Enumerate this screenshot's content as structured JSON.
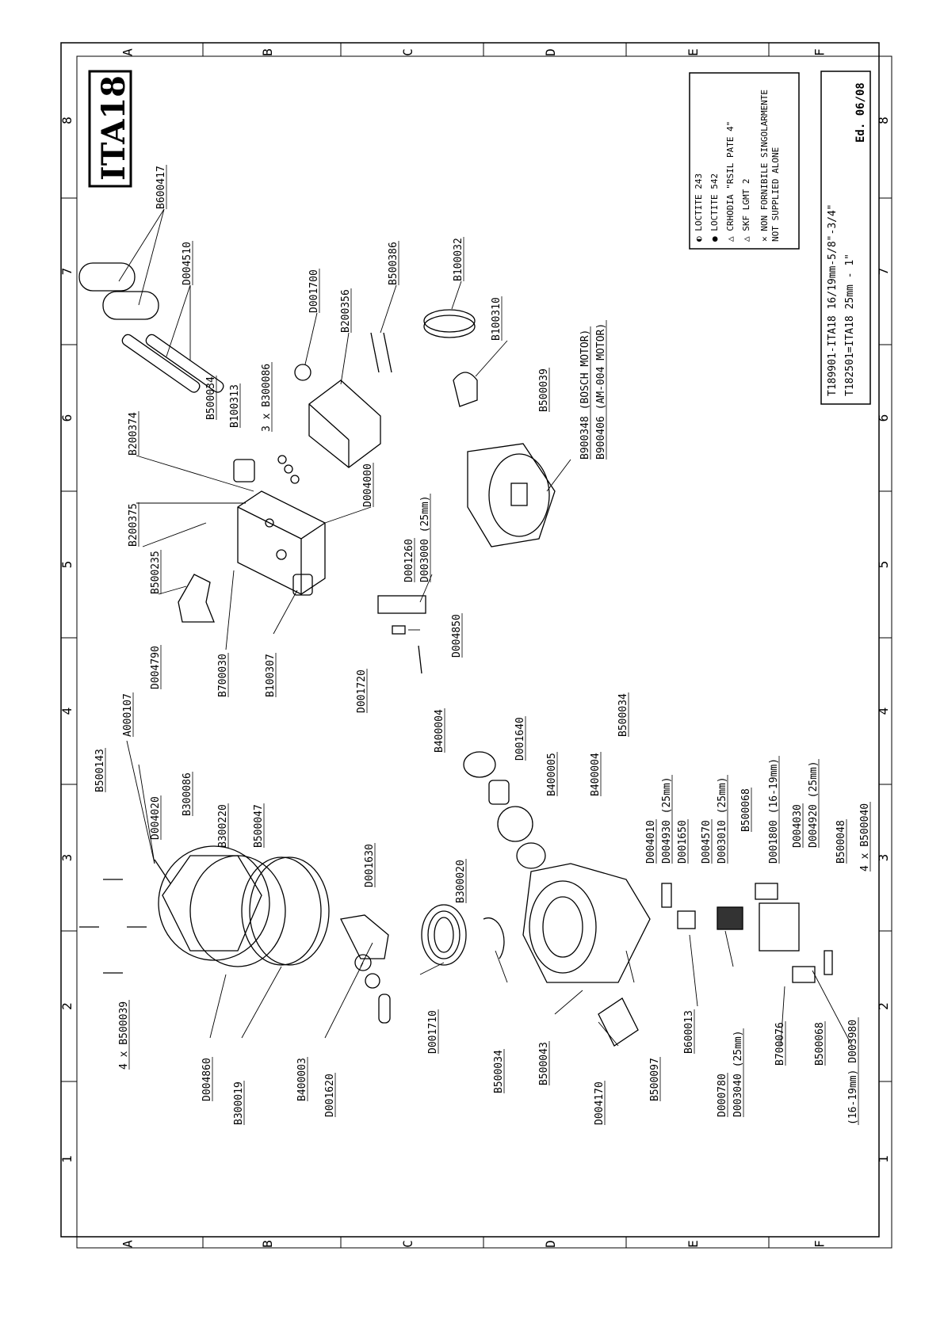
{
  "title": "ITA18",
  "edition": "Ed. 06/08",
  "references": [
    "T189901-ITA18  16/19mm-5/8\"-3/4\"",
    "T182501=ITA18  25mm  -  1\""
  ],
  "legend": [
    {
      "icon": "half",
      "text": "LOCTITE 243"
    },
    {
      "icon": "full",
      "text": "LOCTITE 542"
    },
    {
      "icon": "tri",
      "text": "CRHODIA \"RSIL PATE 4\""
    },
    {
      "icon": "tri2",
      "text": "SKF LGMT 2"
    },
    {
      "icon": "cross",
      "text": "NON FORNIBILE SINGOLARMENTE"
    },
    {
      "icon": "none",
      "text": "NOT SUPPLIED ALONE"
    }
  ],
  "grid": {
    "rows": [
      "A",
      "B",
      "C",
      "D",
      "E",
      "F"
    ],
    "cols": [
      "1",
      "2",
      "3",
      "4",
      "5",
      "6",
      "7",
      "8"
    ]
  },
  "parts": [
    {
      "id": "ita18-label",
      "text": "ITA18"
    },
    {
      "id": "B600417",
      "text": "B600417"
    },
    {
      "id": "D004510",
      "text": "D004510"
    },
    {
      "id": "B500034-top",
      "text": "B500034"
    },
    {
      "id": "B200374",
      "text": "B200374"
    },
    {
      "id": "B100313",
      "text": "B100313"
    },
    {
      "id": "B300086-x3",
      "text": "3 x B300086"
    },
    {
      "id": "D001700",
      "text": "D001700"
    },
    {
      "id": "B200356",
      "text": "B200356"
    },
    {
      "id": "B500386",
      "text": "B500386"
    },
    {
      "id": "B100032",
      "text": "B100032"
    },
    {
      "id": "B100310",
      "text": "B100310"
    },
    {
      "id": "B500039",
      "text": "B500039"
    },
    {
      "id": "B900348",
      "text": "B900348 (BOSCH MOTOR)"
    },
    {
      "id": "B900406",
      "text": "B900406 (AM-004 MOTOR)"
    },
    {
      "id": "B200375",
      "text": "B200375"
    },
    {
      "id": "D004000",
      "text": "D004000"
    },
    {
      "id": "D001260",
      "text": "D001260"
    },
    {
      "id": "D003000",
      "text": "D003000 (25mm)"
    },
    {
      "id": "B500235",
      "text": "B500235"
    },
    {
      "id": "D004790",
      "text": "D004790"
    },
    {
      "id": "B700030",
      "text": "B700030"
    },
    {
      "id": "B100307",
      "text": "B100307"
    },
    {
      "id": "D004850",
      "text": "D004850"
    },
    {
      "id": "D001720",
      "text": "D001720"
    },
    {
      "id": "A000107",
      "text": "A000107"
    },
    {
      "id": "B500143",
      "text": "B500143"
    },
    {
      "id": "D004020",
      "text": "D004020"
    },
    {
      "id": "B300086",
      "text": "B300086"
    },
    {
      "id": "B300220",
      "text": "B300220"
    },
    {
      "id": "B500047",
      "text": "B500047"
    },
    {
      "id": "B400004-top",
      "text": "B400004"
    },
    {
      "id": "D001640",
      "text": "D001640"
    },
    {
      "id": "B400005",
      "text": "B400005"
    },
    {
      "id": "B400004",
      "text": "B400004"
    },
    {
      "id": "B500034-mid",
      "text": "B500034"
    },
    {
      "id": "D004010",
      "text": "D004010"
    },
    {
      "id": "D004930",
      "text": "D004930 (25mm)"
    },
    {
      "id": "D001650",
      "text": "D001650"
    },
    {
      "id": "D004570",
      "text": "D004570"
    },
    {
      "id": "D003010",
      "text": "D003010 (25mm)"
    },
    {
      "id": "B500068-top",
      "text": "B500068"
    },
    {
      "id": "D001800",
      "text": "D001800 (16-19mm)"
    },
    {
      "id": "D004030",
      "text": "D004030"
    },
    {
      "id": "D004920",
      "text": "D004920 (25mm)"
    },
    {
      "id": "B500048",
      "text": "B500048"
    },
    {
      "id": "B500040",
      "text": "4 x B500040"
    },
    {
      "id": "D001630",
      "text": "D001630"
    },
    {
      "id": "B300020",
      "text": "B300020"
    },
    {
      "id": "B500039-x4",
      "text": "4 x B500039"
    },
    {
      "id": "D004860",
      "text": "D004860"
    },
    {
      "id": "B300019",
      "text": "B300019"
    },
    {
      "id": "B400003",
      "text": "B400003"
    },
    {
      "id": "D001620",
      "text": "D001620"
    },
    {
      "id": "D001710",
      "text": "D001710"
    },
    {
      "id": "B500034-low",
      "text": "B500034"
    },
    {
      "id": "B500043",
      "text": "B500043"
    },
    {
      "id": "D004170",
      "text": "D004170"
    },
    {
      "id": "B500097",
      "text": "B500097"
    },
    {
      "id": "B600013",
      "text": "B600013"
    },
    {
      "id": "D000780",
      "text": "D000780"
    },
    {
      "id": "D003040",
      "text": "D003040 (25mm)"
    },
    {
      "id": "B700076",
      "text": "B700076"
    },
    {
      "id": "B500068",
      "text": "B500068"
    },
    {
      "id": "D003980",
      "text": "(16-19mm) D003980"
    }
  ]
}
